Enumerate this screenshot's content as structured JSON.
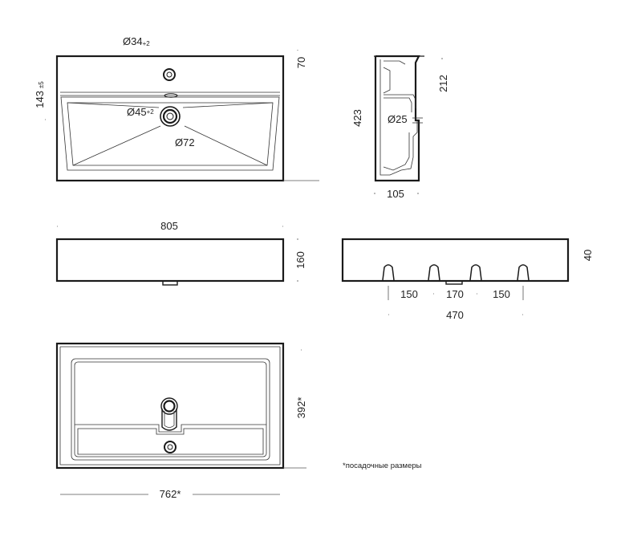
{
  "top_view": {
    "tap_hole_label": "Ø34",
    "tap_hole_tol": "+2",
    "depth_label": "70",
    "height_label": "143",
    "height_tol": "±5",
    "drain_label": "Ø45",
    "drain_tol": "+2",
    "drain_outer_label": "Ø72"
  },
  "side_view": {
    "upper_label": "212",
    "height_label": "423",
    "pipe_label": "Ø25",
    "width_label": "105"
  },
  "front_view": {
    "width_label": "805",
    "height_label": "160"
  },
  "back_view": {
    "height_label": "40",
    "spacing_left": "150",
    "spacing_mid": "170",
    "spacing_right": "150",
    "total_label": "470"
  },
  "bottom_view": {
    "height_label": "392*",
    "width_label": "762*",
    "note": "*посадочные размеры"
  }
}
